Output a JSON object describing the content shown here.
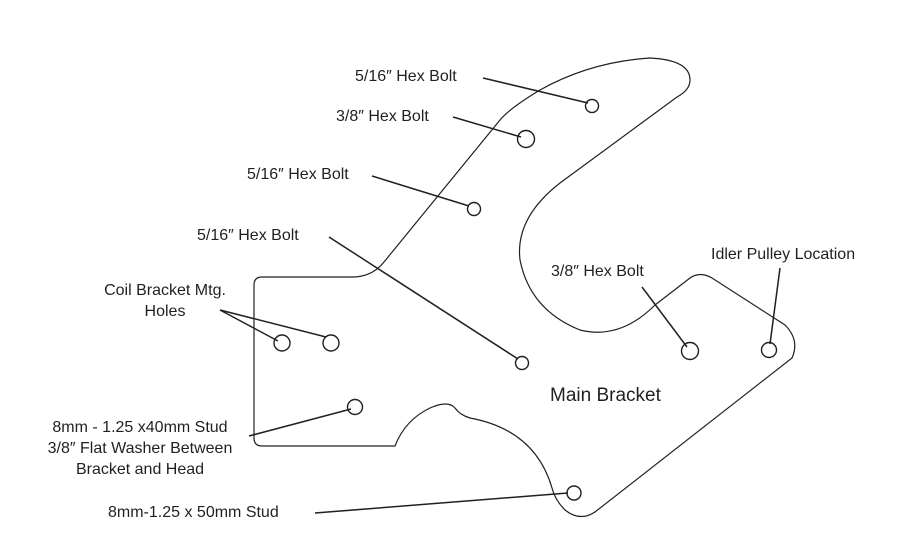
{
  "title": "Main Bracket",
  "labels": {
    "bolt_top": "5/16″ Hex Bolt",
    "bolt_second": "3/8″ Hex Bolt",
    "bolt_third": "5/16″ Hex Bolt",
    "bolt_fourth": "5/16″ Hex Bolt",
    "coil_bracket_line1": "Coil Bracket Mtg.",
    "coil_bracket_line2": "Holes",
    "stud_40_line1": "8mm - 1.25 x40mm Stud",
    "stud_40_line2": "3/8″ Flat Washer Between",
    "stud_40_line3": "Bracket and Head",
    "stud_50": "8mm-1.25 x 50mm Stud",
    "bolt_right": "3/8″ Hex Bolt",
    "idler": "Idler Pulley Location"
  }
}
